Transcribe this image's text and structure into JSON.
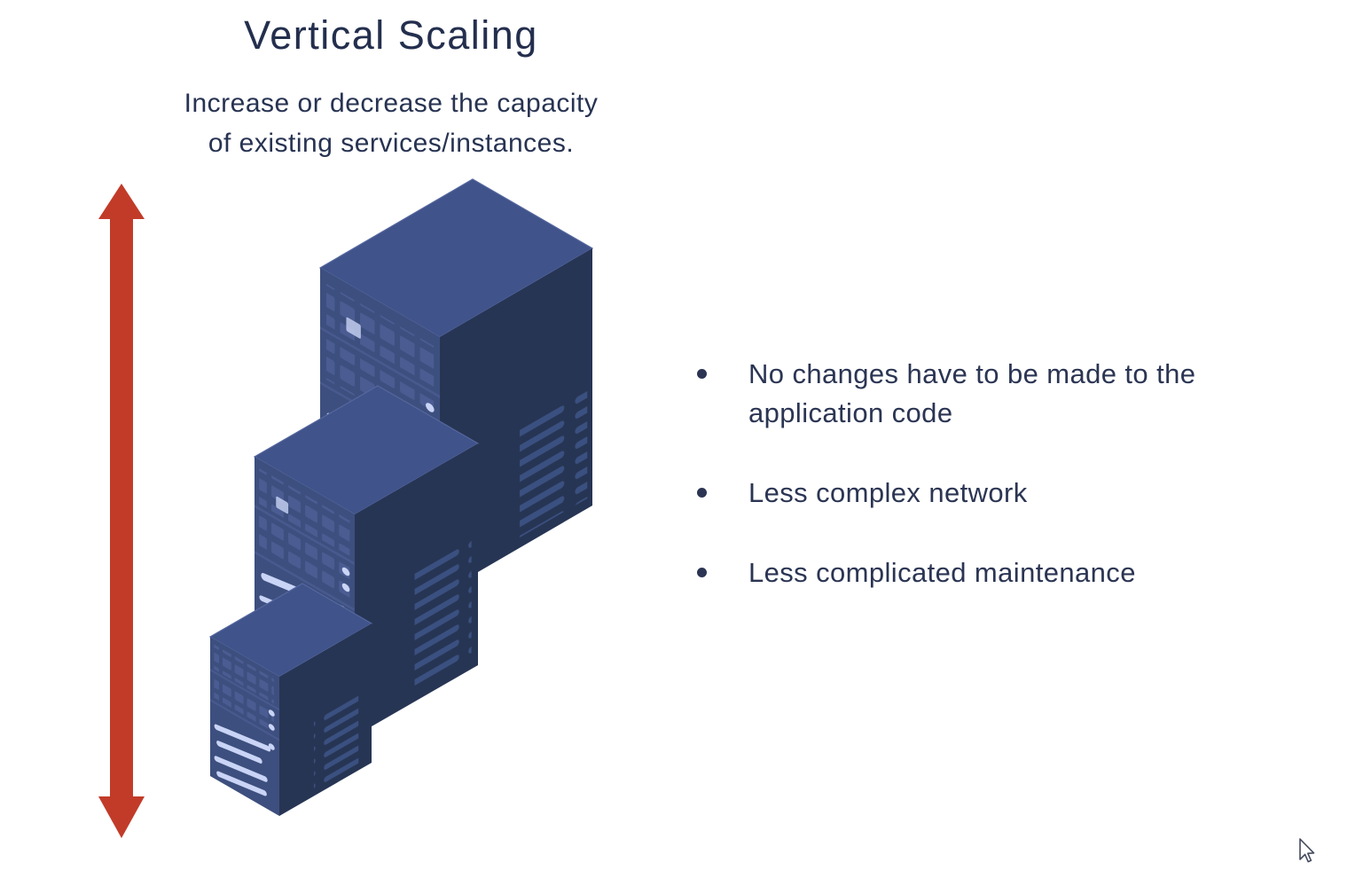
{
  "slide": {
    "title": "Vertical Scaling",
    "subtitle_lines": [
      "Increase or decrease the capacity",
      "of existing services/instances."
    ],
    "bullets": [
      {
        "lines": [
          "No changes have to be made to the",
          "application code"
        ]
      },
      {
        "lines": [
          "Less complex network"
        ]
      },
      {
        "lines": [
          "Less complicated maintenance"
        ]
      }
    ],
    "icons": {
      "arrow": "double-headed-vertical-arrow-icon",
      "servers": "isometric-server-stack-icon",
      "cursor": "mouse-pointer-icon"
    },
    "colors": {
      "text_navy": "#2a3452",
      "arrow_red": "#c23b29",
      "server_top_face": "#40538a",
      "server_front_face": "#3d4f7e",
      "server_side_face": "#273554",
      "server_key_detail": "#4a5c92",
      "server_vent_detail": "#3a5080",
      "server_highlight": "#c9d4f6"
    }
  }
}
